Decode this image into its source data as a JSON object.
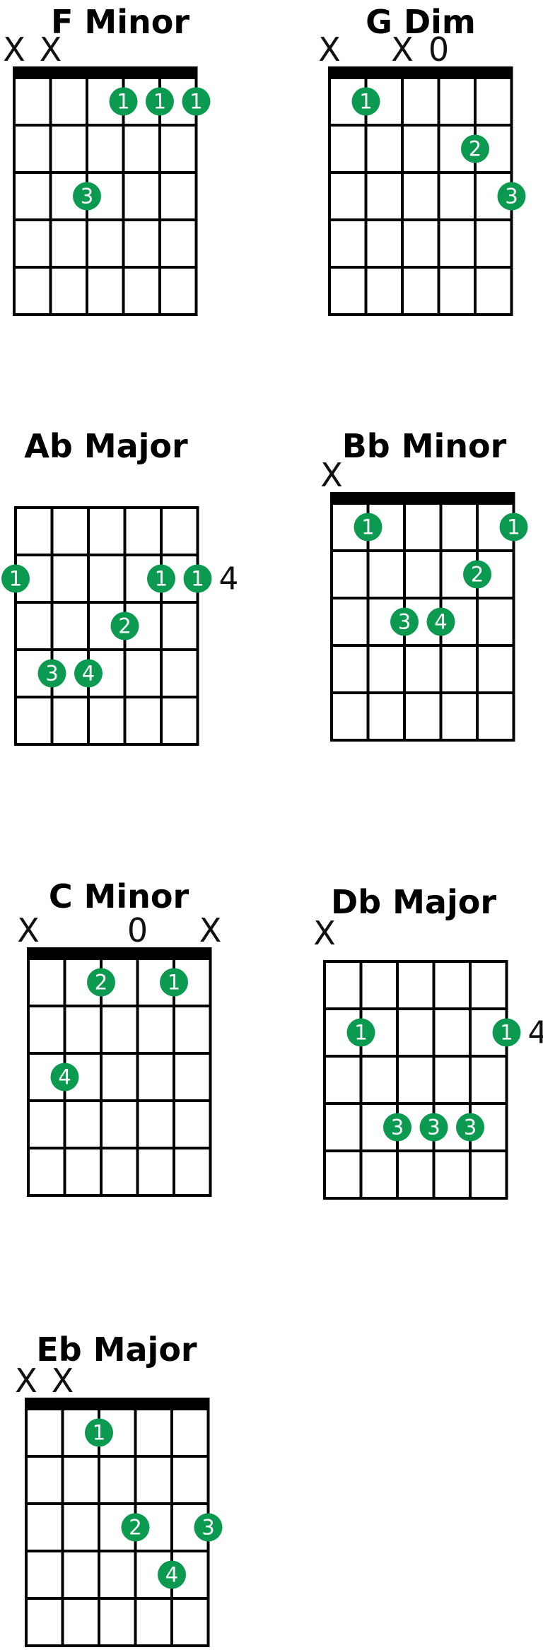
{
  "chords": [
    {
      "name": "F Minor",
      "nut": true,
      "markers": [
        {
          "string": 1,
          "text": "X"
        },
        {
          "string": 2,
          "text": "X"
        }
      ],
      "fingers": [
        {
          "string": 4,
          "fret": 1,
          "finger": "1"
        },
        {
          "string": 5,
          "fret": 1,
          "finger": "1"
        },
        {
          "string": 6,
          "fret": 1,
          "finger": "1"
        },
        {
          "string": 3,
          "fret": 3,
          "finger": "3"
        }
      ],
      "fret_label": ""
    },
    {
      "name": "G Dim",
      "nut": true,
      "markers": [
        {
          "string": 1,
          "text": "X"
        },
        {
          "string": 3,
          "text": "X"
        },
        {
          "string": 4,
          "text": "0"
        }
      ],
      "fingers": [
        {
          "string": 2,
          "fret": 1,
          "finger": "1"
        },
        {
          "string": 5,
          "fret": 2,
          "finger": "2"
        },
        {
          "string": 6,
          "fret": 3,
          "finger": "3"
        }
      ],
      "fret_label": ""
    },
    {
      "name": "Ab Major",
      "nut": false,
      "markers": [],
      "fingers": [
        {
          "string": 1,
          "fret": 2,
          "finger": "1"
        },
        {
          "string": 5,
          "fret": 2,
          "finger": "1"
        },
        {
          "string": 6,
          "fret": 2,
          "finger": "1"
        },
        {
          "string": 4,
          "fret": 3,
          "finger": "2"
        },
        {
          "string": 2,
          "fret": 4,
          "finger": "3"
        },
        {
          "string": 3,
          "fret": 4,
          "finger": "4"
        }
      ],
      "fret_label": "4",
      "fret_label_fret": 2
    },
    {
      "name": "Bb Minor",
      "nut": true,
      "markers": [
        {
          "string": 1,
          "text": "X"
        }
      ],
      "fingers": [
        {
          "string": 2,
          "fret": 1,
          "finger": "1"
        },
        {
          "string": 6,
          "fret": 1,
          "finger": "1"
        },
        {
          "string": 5,
          "fret": 2,
          "finger": "2"
        },
        {
          "string": 3,
          "fret": 3,
          "finger": "3"
        },
        {
          "string": 4,
          "fret": 3,
          "finger": "4"
        }
      ],
      "fret_label": ""
    },
    {
      "name": "C Minor",
      "nut": true,
      "markers": [
        {
          "string": 1,
          "text": "X"
        },
        {
          "string": 4,
          "text": "0"
        },
        {
          "string": 6,
          "text": "X"
        }
      ],
      "fingers": [
        {
          "string": 3,
          "fret": 1,
          "finger": "2"
        },
        {
          "string": 5,
          "fret": 1,
          "finger": "1"
        },
        {
          "string": 2,
          "fret": 3,
          "finger": "4"
        }
      ],
      "fret_label": ""
    },
    {
      "name": "Db Major",
      "nut": false,
      "markers": [
        {
          "string": 1,
          "text": "X"
        }
      ],
      "fingers": [
        {
          "string": 2,
          "fret": 2,
          "finger": "1"
        },
        {
          "string": 6,
          "fret": 2,
          "finger": "1"
        },
        {
          "string": 3,
          "fret": 4,
          "finger": "3"
        },
        {
          "string": 4,
          "fret": 4,
          "finger": "3"
        },
        {
          "string": 5,
          "fret": 4,
          "finger": "3"
        }
      ],
      "fret_label": "4",
      "fret_label_fret": 2
    },
    {
      "name": "Eb Major",
      "nut": true,
      "markers": [
        {
          "string": 1,
          "text": "X"
        },
        {
          "string": 2,
          "text": "X"
        }
      ],
      "fingers": [
        {
          "string": 3,
          "fret": 1,
          "finger": "1"
        },
        {
          "string": 4,
          "fret": 3,
          "finger": "2"
        },
        {
          "string": 6,
          "fret": 3,
          "finger": "3"
        },
        {
          "string": 5,
          "fret": 4,
          "finger": "4"
        }
      ],
      "fret_label": ""
    }
  ],
  "colors": {
    "dot": "#0b9a4f",
    "line": "#000000"
  }
}
